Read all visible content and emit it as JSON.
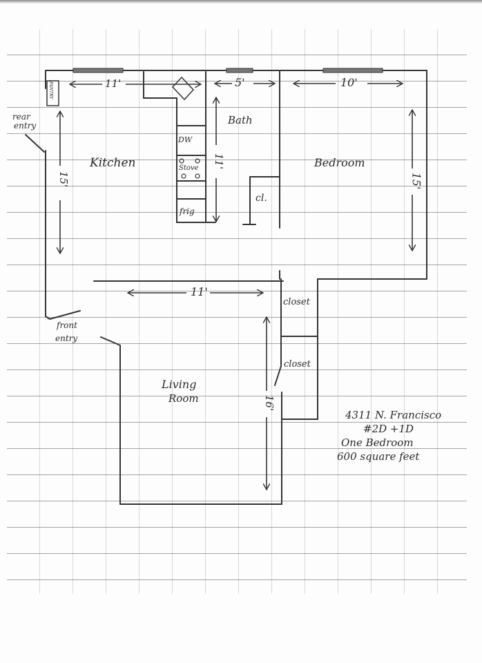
{
  "plan": {
    "rooms": [
      {
        "name": "Kitchen",
        "width": "11'",
        "length": "15'"
      },
      {
        "name": "Bath",
        "width": "5'",
        "length": "11'"
      },
      {
        "name": "Bedroom",
        "width": "10'",
        "length": "15'"
      },
      {
        "name": "Living Room",
        "width": "11'",
        "length": "16'"
      }
    ],
    "labels": {
      "kitchen": "Kitchen",
      "bath": "Bath",
      "bedroom": "Bedroom",
      "living_line1": "Living",
      "living_line2": "Room",
      "closet_bath": "cl.",
      "closet_1": "closet",
      "closet_2": "closet",
      "pantry": "PANTRY",
      "rear_entry_line1": "rear",
      "rear_entry_line2": "entry",
      "front_entry_line1": "front",
      "front_entry_line2": "entry",
      "dishwasher": "DW",
      "stove": "Stove",
      "fridge": "frig"
    },
    "dimensions": {
      "kitchen_width": "11'",
      "kitchen_length": "15'",
      "bath_width": "5'",
      "bath_length": "11'",
      "bedroom_width": "10'",
      "bedroom_length": "15'",
      "living_width": "11'",
      "living_length": "16'"
    },
    "info": {
      "address": "4311 N. Francisco",
      "units": "#2D +1D",
      "type": "One Bedroom",
      "area": "600 square feet"
    }
  }
}
